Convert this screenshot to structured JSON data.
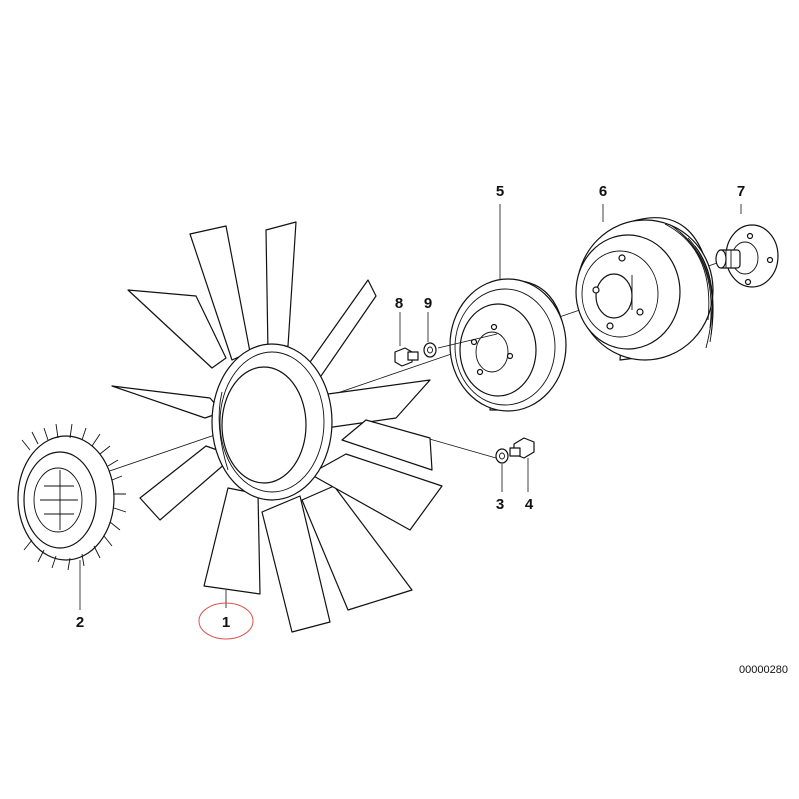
{
  "callouts": [
    {
      "id": "1",
      "label": "1",
      "highlighted": true
    },
    {
      "id": "2",
      "label": "2"
    },
    {
      "id": "3",
      "label": "3"
    },
    {
      "id": "4",
      "label": "4"
    },
    {
      "id": "5",
      "label": "5"
    },
    {
      "id": "6",
      "label": "6"
    },
    {
      "id": "7",
      "label": "7"
    },
    {
      "id": "8",
      "label": "8"
    },
    {
      "id": "9",
      "label": "9"
    }
  ],
  "document_number": "00000280",
  "colors": {
    "line": "#111111",
    "background": "#ffffff",
    "highlight": "#d9534f"
  }
}
